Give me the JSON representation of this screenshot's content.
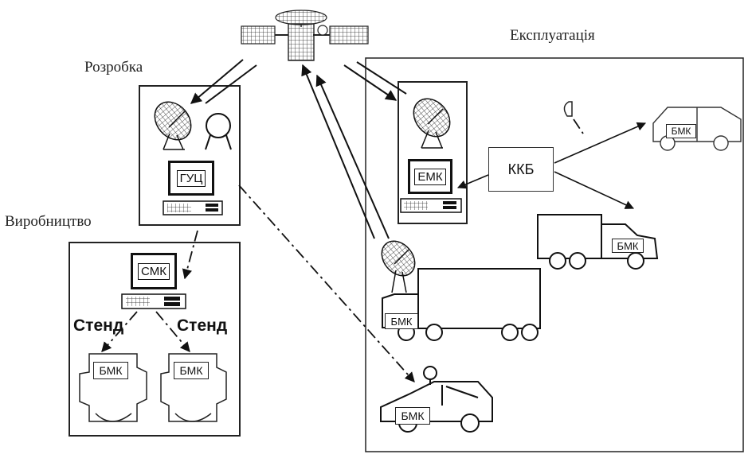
{
  "labels": {
    "development": "Розробка",
    "production": "Виробництво",
    "operation": "Експлуатація",
    "stand_left": "Стенд",
    "stand_right": "Стенд"
  },
  "boxes": {
    "guc": "ГУЦ",
    "smk": "СМК",
    "emk": "ЕМК",
    "kkb": "ККБ",
    "bmk": "БМК"
  },
  "icons": [
    "satellite-icon",
    "satellite-dish-icon",
    "antenna-loop-icon",
    "computer-icon",
    "truck-icon",
    "car-icon",
    "engine-icon"
  ]
}
